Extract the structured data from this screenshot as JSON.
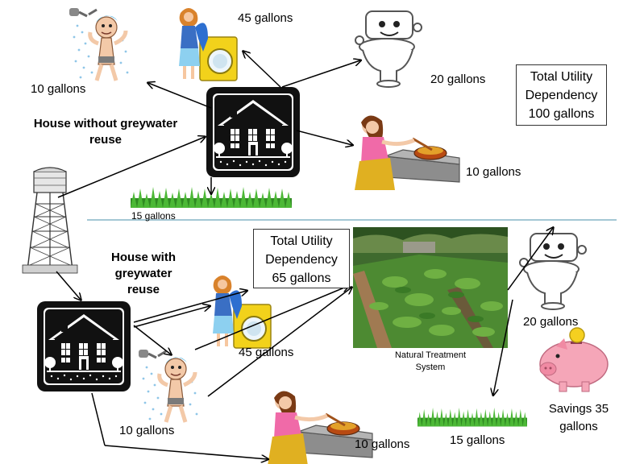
{
  "top": {
    "title_line1": "House without greywater",
    "title_line2": "reuse",
    "shower_label": "10 gallons",
    "laundry_label": "45 gallons",
    "toilet_label": "20 gallons",
    "cooking_label": "10 gallons",
    "lawn_label": "15 gallons",
    "box_line1": "Total Utility",
    "box_line2": "Dependency",
    "box_line3": "100 gallons"
  },
  "bottom": {
    "title_line1": "House with",
    "title_line2": "greywater",
    "title_line3": "reuse",
    "box_line1": "Total Utility",
    "box_line2": "Dependency",
    "box_line3": "65 gallons",
    "laundry_label": "45 gallons",
    "shower_label": "10 gallons",
    "cooking_label": "10 gallons",
    "treatment_line1": "Natural Treatment",
    "treatment_line2": "System",
    "toilet_label": "20 gallons",
    "lawn_label": "15 gallons",
    "savings_line1": "Savings 35",
    "savings_line2": "gallons"
  },
  "colors": {
    "house": "#111111",
    "grass": "#3a9a2a",
    "divider": "#4a8fa8",
    "washer": "#f2d21b",
    "piggy": "#f5a6b8"
  },
  "icons": [
    "water-tower-icon",
    "house-icon",
    "shower-person-icon",
    "laundry-person-icon",
    "toilet-icon",
    "cooking-person-icon",
    "grass-icon",
    "treatment-wetland-icon",
    "piggy-bank-icon"
  ]
}
